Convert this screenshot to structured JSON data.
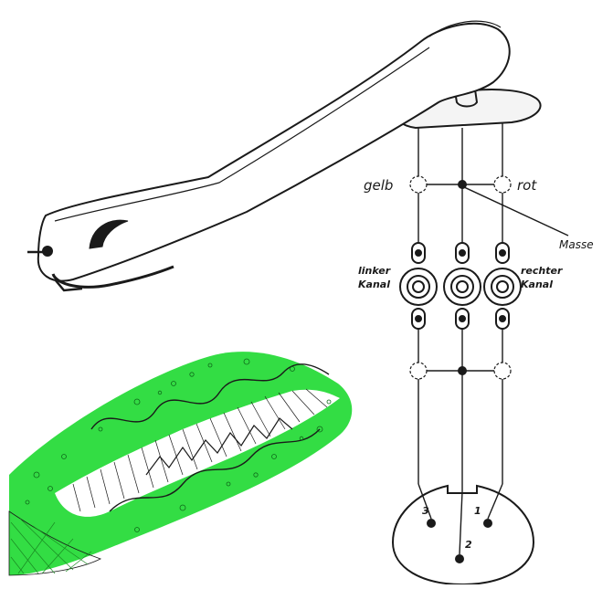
{
  "labels": {
    "yellow": "gelb",
    "red": "rot",
    "ground": "Masse",
    "left_channel_line1": "linker",
    "left_channel_line2": "Kanal",
    "right_channel_line1": "rechter",
    "right_channel_line2": "Kanal"
  },
  "connector_pins": [
    "3",
    "1",
    "2"
  ],
  "colors": {
    "ink": "#1a1a1a",
    "groove_green": "#33dd44",
    "paper": "#ffffff"
  }
}
